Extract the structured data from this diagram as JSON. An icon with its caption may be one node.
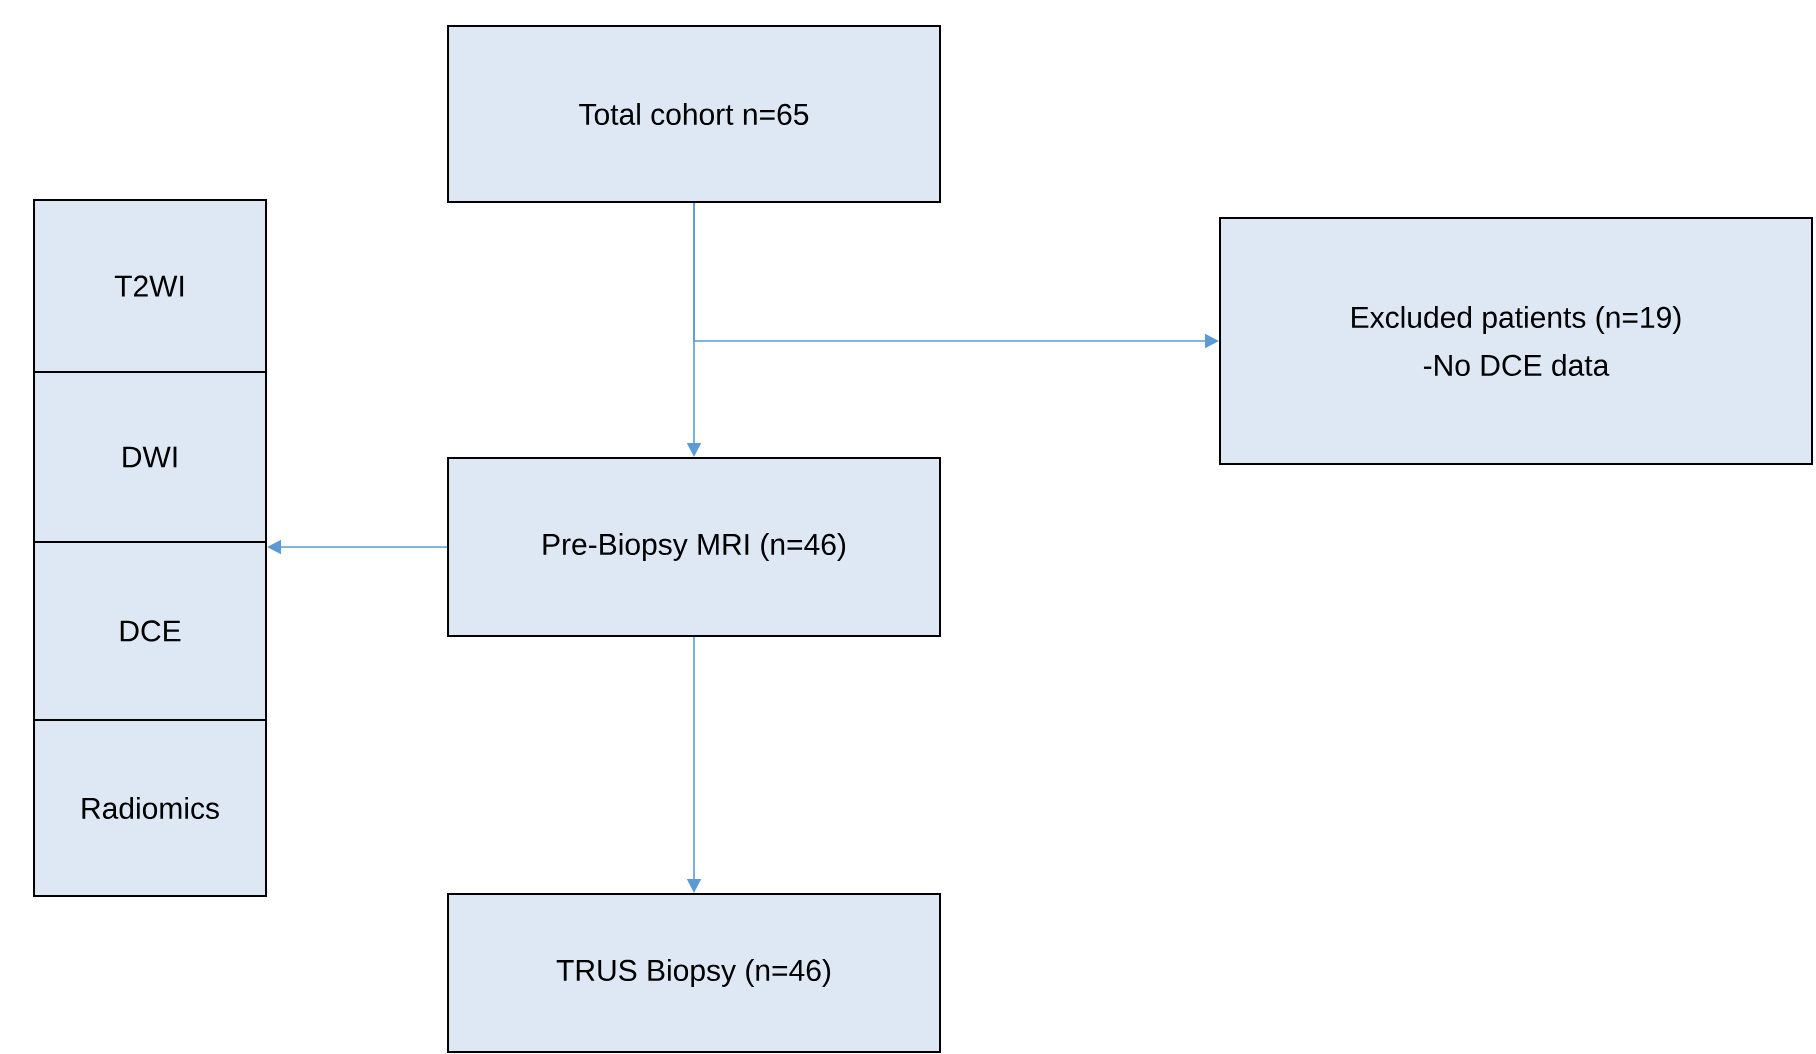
{
  "diagram": {
    "nodes": [
      {
        "text": [
          "Total cohort n=65"
        ]
      },
      {
        "text": [
          "T2WI"
        ]
      },
      {
        "text": [
          "DWI"
        ]
      },
      {
        "text": [
          "DCE"
        ]
      },
      {
        "text": [
          "Radiomics"
        ]
      },
      {
        "text": [
          "Excluded patients (n=19)",
          "-No DCE data"
        ]
      },
      {
        "text": [
          "Pre-Biopsy MRI (n=46)"
        ]
      },
      {
        "text": [
          "TRUS Biopsy (n=46)"
        ]
      }
    ],
    "edges": [
      {
        "from": 0,
        "to": 6,
        "arrow": "to"
      },
      {
        "from": 0,
        "to": 5,
        "arrow": "to"
      },
      {
        "from": 6,
        "to": 2,
        "arrow": "to"
      },
      {
        "from": 6,
        "to": 7,
        "arrow": "to"
      }
    ]
  }
}
